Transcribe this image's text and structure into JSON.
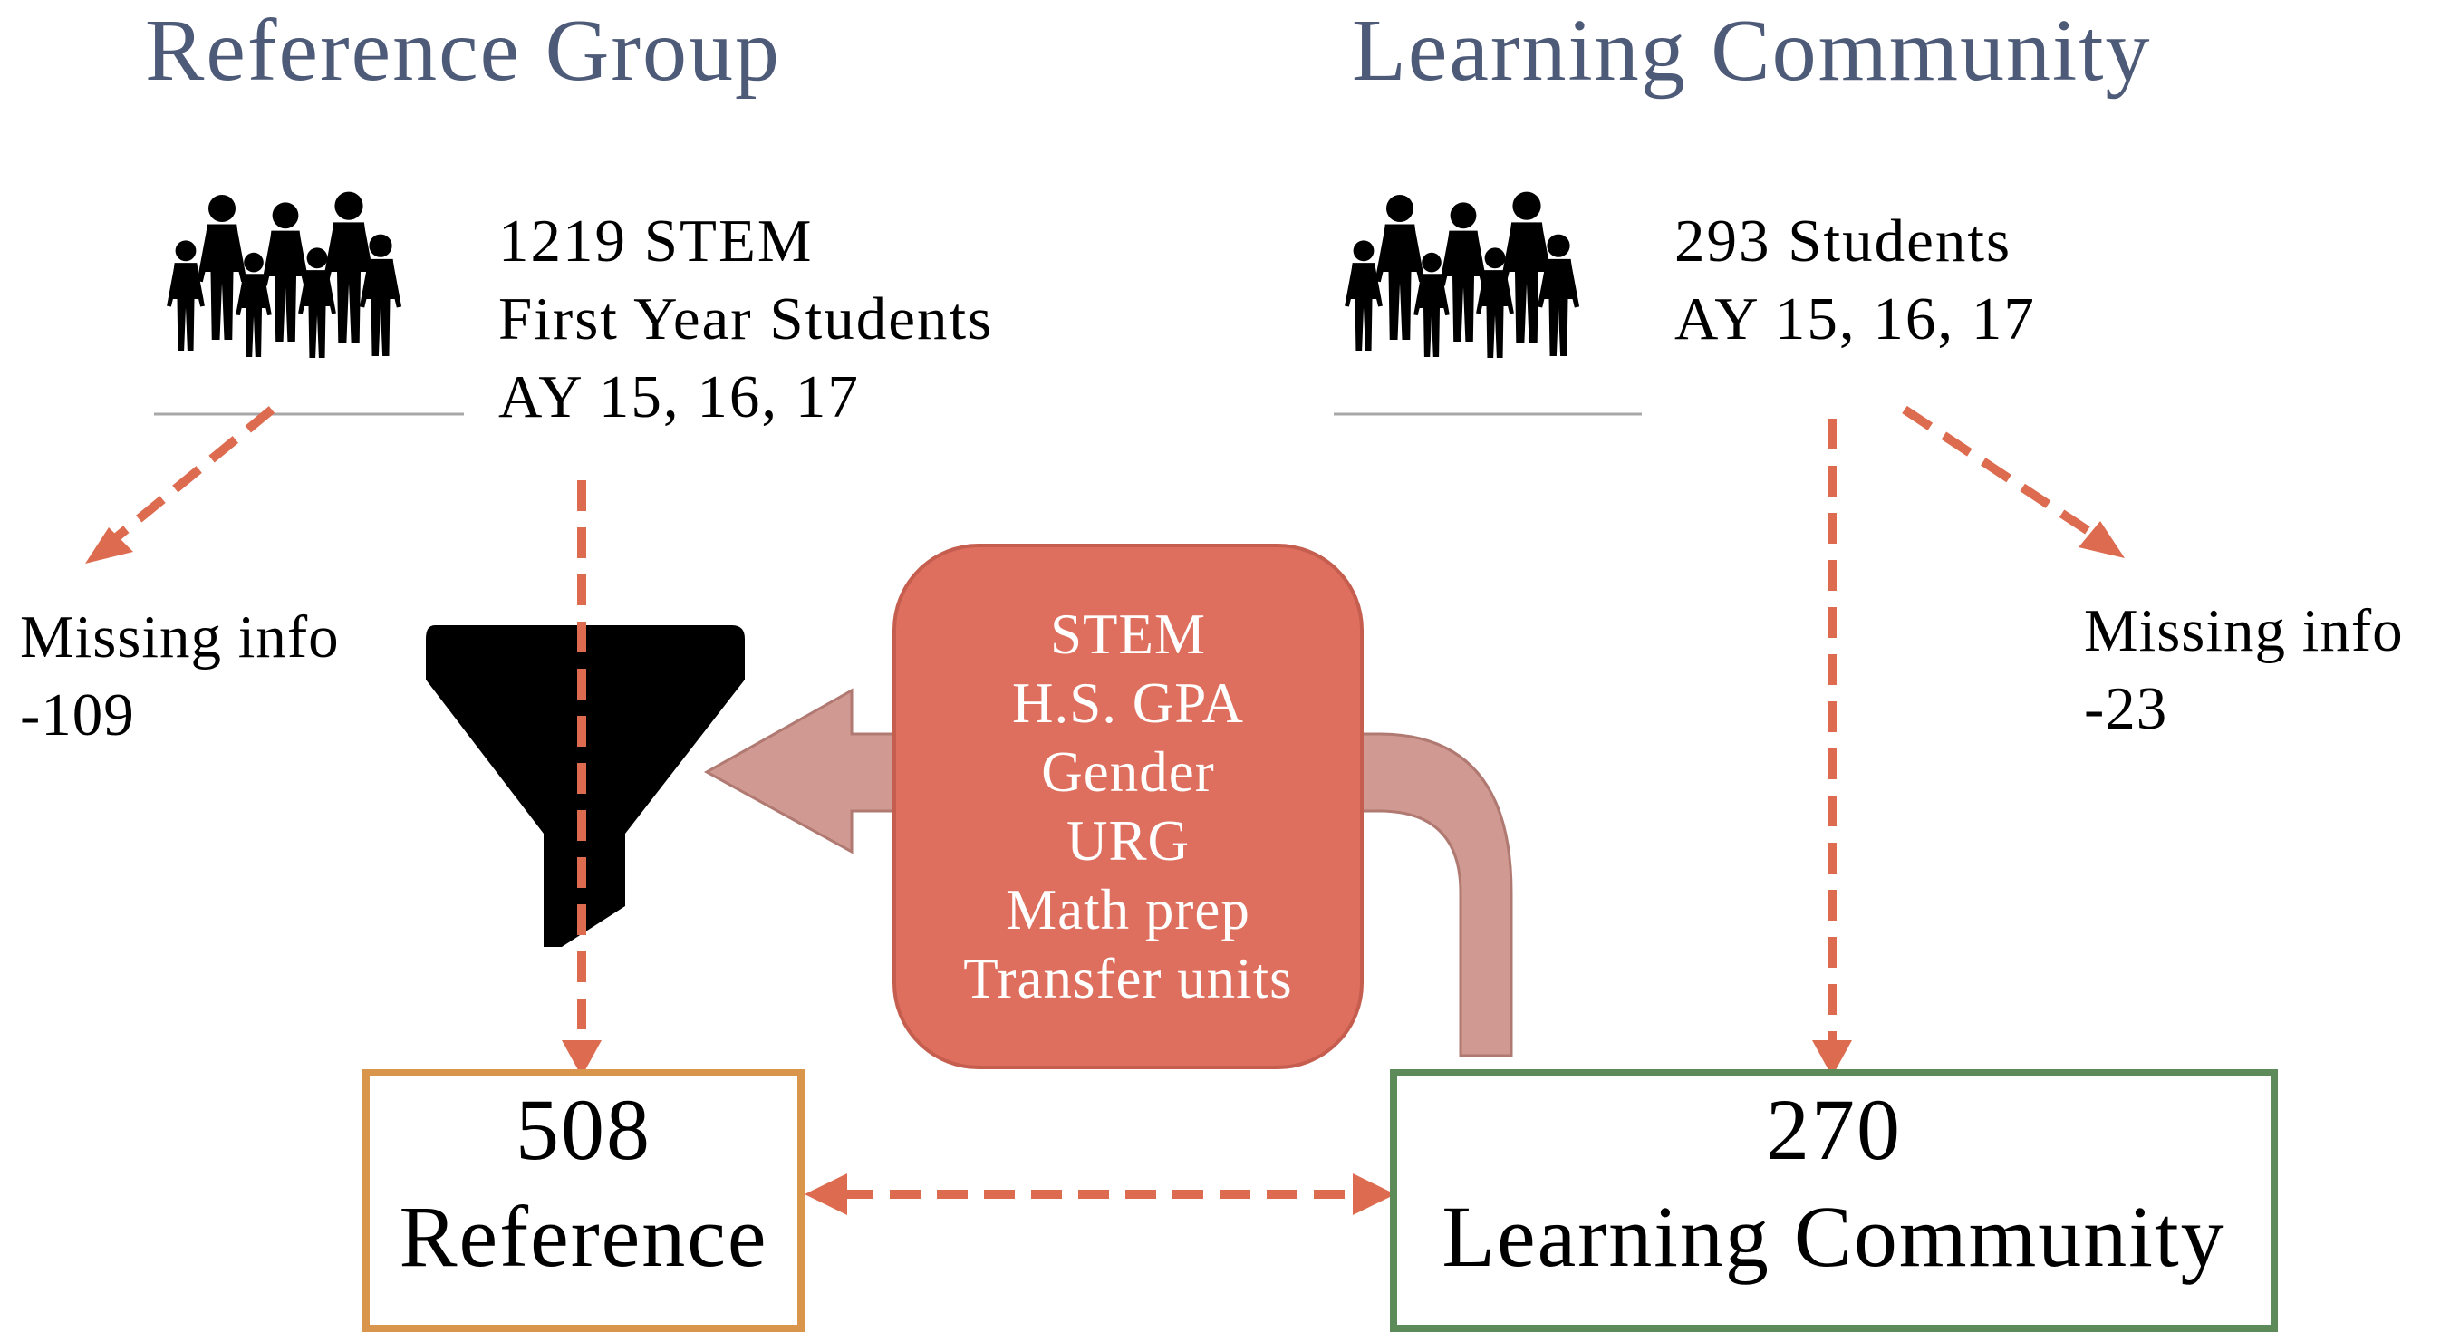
{
  "headers": {
    "reference": "Reference Group",
    "learning": "Learning Community"
  },
  "reference_info": [
    "1219 STEM",
    "First Year Students",
    "AY 15, 16, 17"
  ],
  "learning_info": [
    "293  Students",
    "AY 15, 16, 17"
  ],
  "missing_left": [
    "Missing info",
    "-109"
  ],
  "missing_right": [
    "Missing info",
    "-23"
  ],
  "criteria": [
    "STEM",
    "H.S. GPA",
    "Gender",
    "URG",
    "Math prep",
    "Transfer units"
  ],
  "reference_box": {
    "count": "508",
    "label": "Reference"
  },
  "learning_box": {
    "count": "270",
    "label": "Learning Community"
  },
  "colors": {
    "header": "#4d5a78",
    "arrow": "#dd6b4f",
    "criteria_fill": "#de6f5e",
    "reference_border": "#d9954c",
    "learning_border": "#5d8a59",
    "bent_arrow": "#d09a92"
  },
  "icons": [
    "people-group-icon",
    "funnel-icon"
  ]
}
